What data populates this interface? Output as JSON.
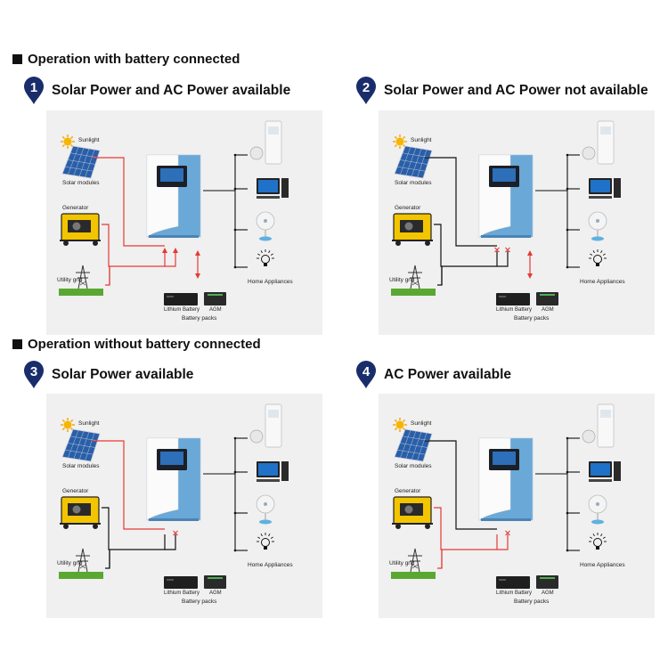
{
  "sections": [
    {
      "title": "Operation with battery connected"
    },
    {
      "title": "Operation without battery connected"
    }
  ],
  "scenarios": [
    {
      "number": "1",
      "title": "Solar Power and AC Power available",
      "solar_line_color": "#e53935",
      "generator_line_color": "#e53935",
      "grid_line_color": "#e53935",
      "battery_arrow": true,
      "crosses": 0
    },
    {
      "number": "2",
      "title": "Solar Power and AC Power not available",
      "solar_line_color": "#111111",
      "generator_line_color": "#111111",
      "grid_line_color": "#111111",
      "battery_arrow": true,
      "crosses": 2
    },
    {
      "number": "3",
      "title": "Solar Power available",
      "solar_line_color": "#e53935",
      "generator_line_color": "#111111",
      "grid_line_color": "#111111",
      "battery_arrow": false,
      "crosses": 1
    },
    {
      "number": "4",
      "title": "AC Power available",
      "solar_line_color": "#111111",
      "generator_line_color": "#e53935",
      "grid_line_color": "#e53935",
      "battery_arrow": false,
      "crosses": 1
    }
  ],
  "labels": {
    "sunlight": "Sunlight",
    "solar_modules": "Solar modules",
    "generator": "Generator",
    "utility_grid": "Utility grid",
    "home_appliances": "Home Appliances",
    "lithium_battery": "Lithium Battery",
    "agm": "AGM",
    "battery_packs": "Battery packs"
  },
  "colors": {
    "accent_red": "#e53935",
    "pin_blue": "#1a2d6b",
    "inverter_blue": "#6aa8d8",
    "panel_bg": "#f0f0f0"
  },
  "icons": [
    "sun-icon",
    "solar-panel-icon",
    "generator-icon",
    "pylon-icon",
    "inverter-icon",
    "air-conditioner-icon",
    "computer-icon",
    "fan-icon",
    "light-bulb-icon",
    "lithium-battery-icon",
    "agm-battery-icon"
  ]
}
